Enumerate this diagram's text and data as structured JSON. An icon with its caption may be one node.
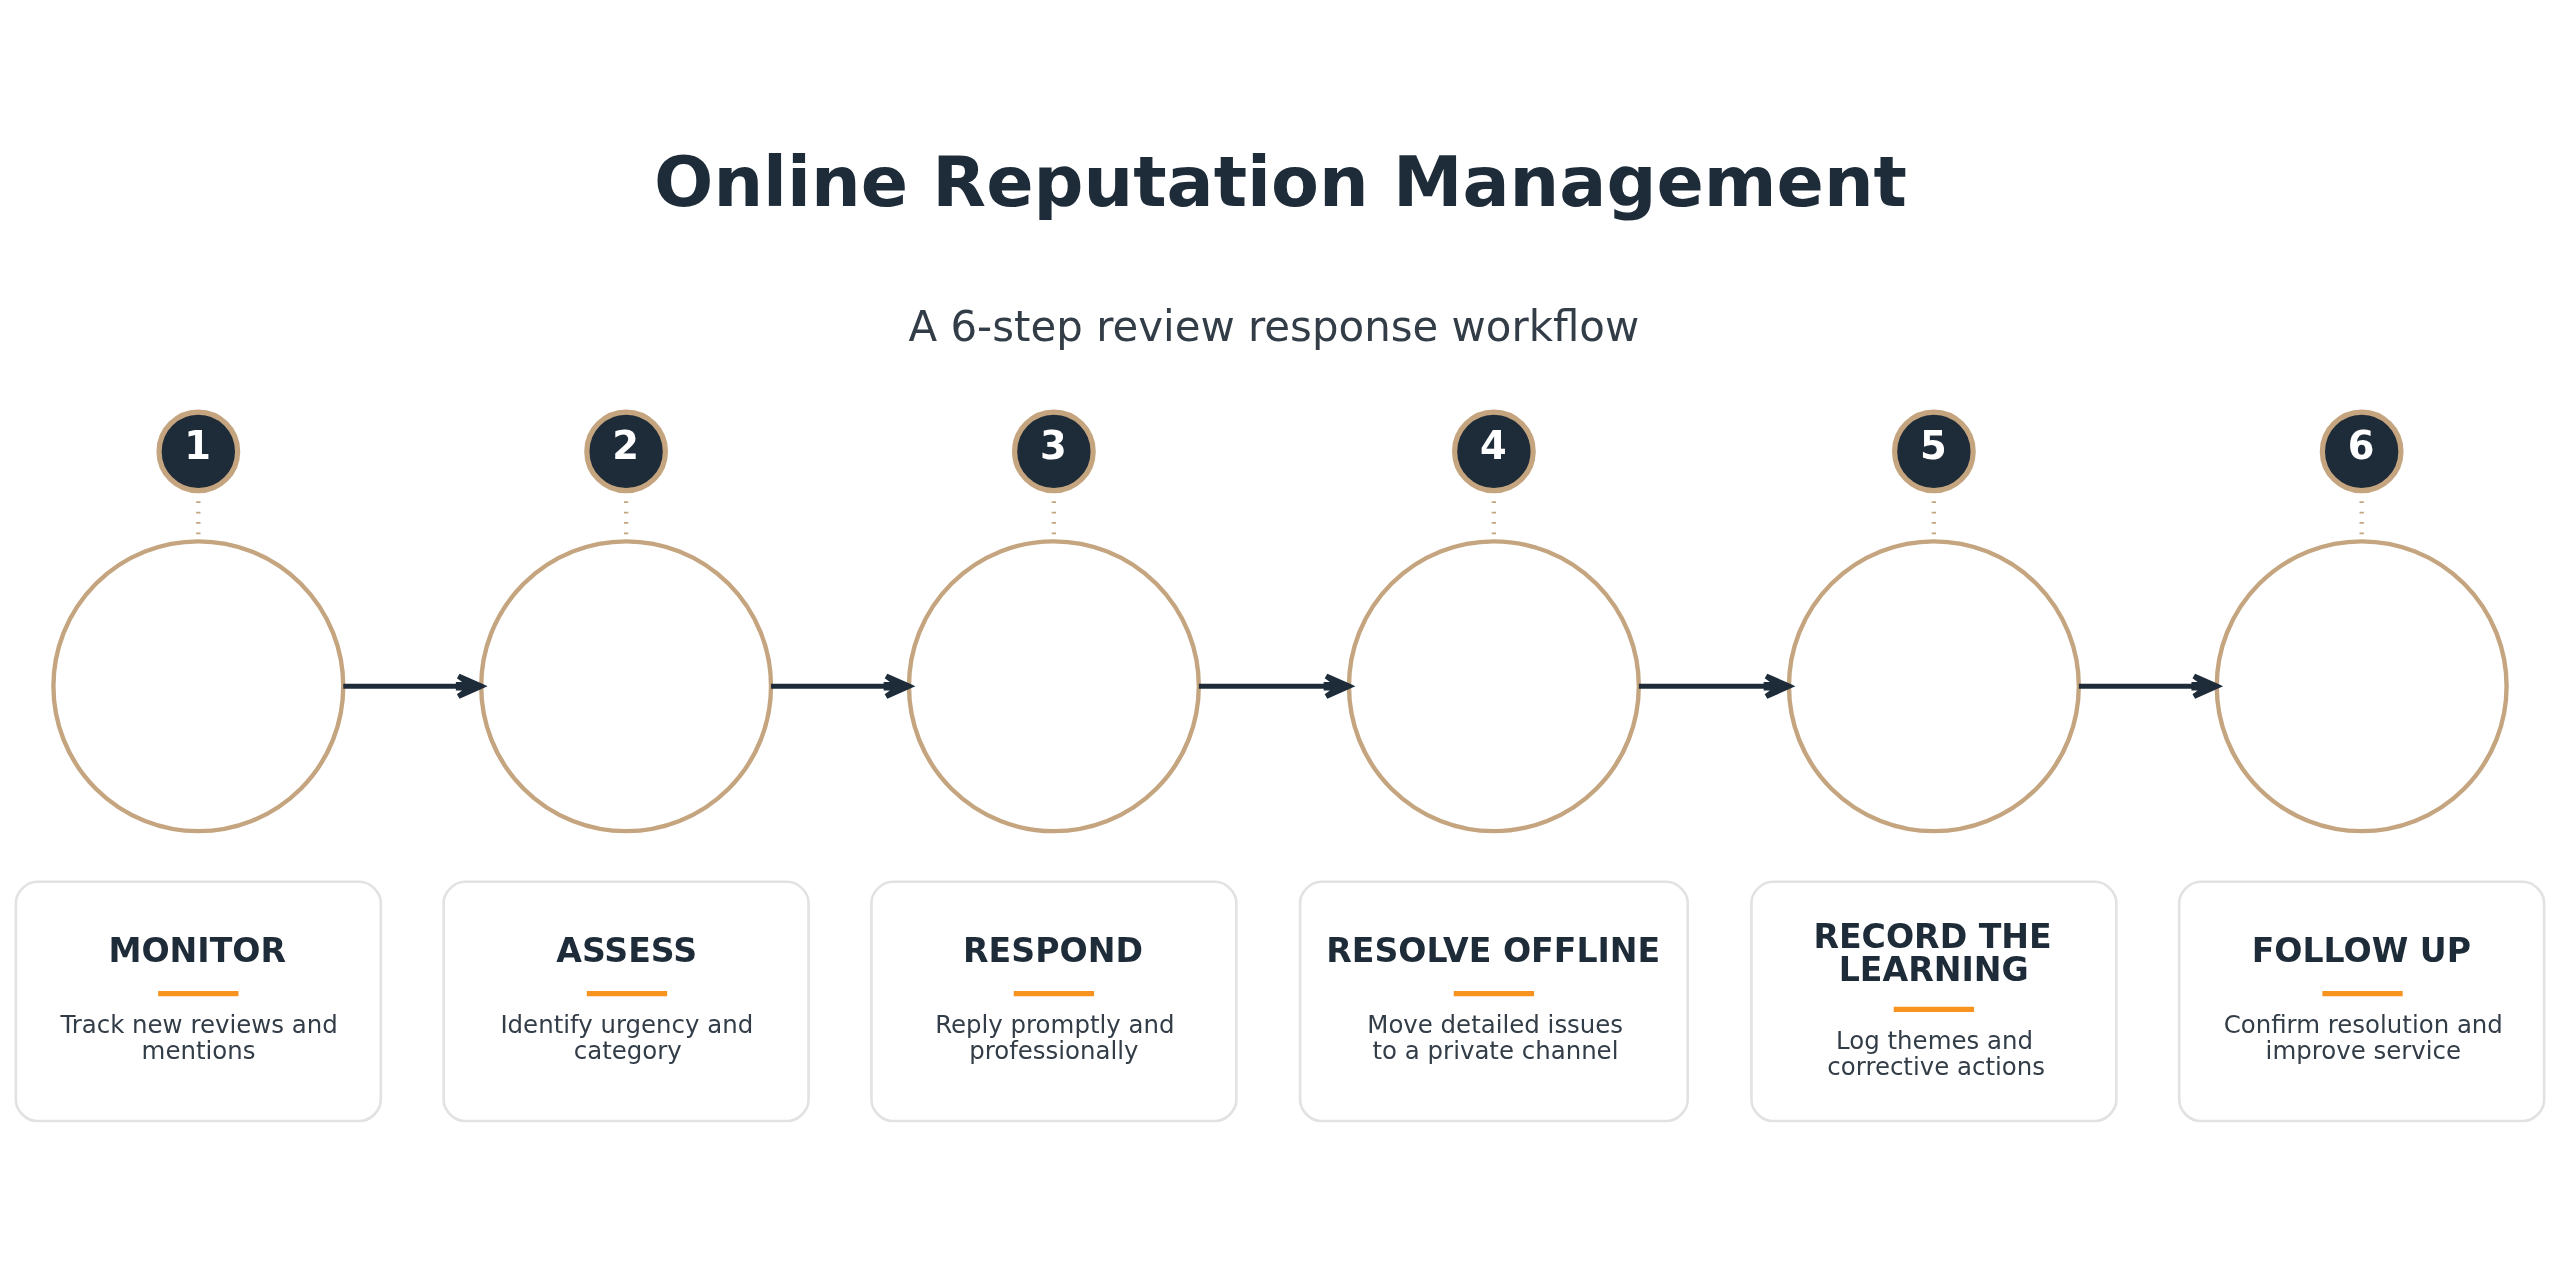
{
  "diagram": {
    "title": "Online Reputation Management",
    "nodes": [
      {
        "text": [
          "1"
        ]
      },
      {
        "text": [],
        "shape": "circle"
      },
      {
        "text": [
          "MONITOR",
          "Track new reviews and mentions"
        ]
      },
      {
        "text": [
          "2"
        ]
      },
      {
        "text": [],
        "shape": "circle"
      },
      {
        "text": [
          "ASSESS",
          "Identify urgency and category"
        ]
      },
      {
        "text": [
          "3"
        ]
      },
      {
        "text": [],
        "shape": "circle"
      },
      {
        "text": [
          "RESPOND",
          "Reply promptly and professionally"
        ]
      },
      {
        "text": [
          "4"
        ]
      },
      {
        "text": [],
        "shape": "circle"
      },
      {
        "text": [
          "RESOLVE OFFLINE",
          "Move detailed issues to a private channel"
        ]
      },
      {
        "text": [
          "5"
        ]
      },
      {
        "text": [],
        "shape": "circle"
      },
      {
        "text": [
          "RECORD THE LEARNING",
          "Log themes and corrective actions"
        ]
      },
      {
        "text": [
          "6"
        ]
      },
      {
        "text": [],
        "shape": "circle"
      },
      {
        "text": [
          "FOLLOW UP",
          "Confirm resolution and improve service"
        ]
      }
    ],
    "edges": [
      {
        "from": 0,
        "to": 1,
        "arrow": "none",
        "style": "dashed"
      },
      {
        "from": 3,
        "to": 4,
        "arrow": "none",
        "style": "dashed"
      },
      {
        "from": 6,
        "to": 7,
        "arrow": "none",
        "style": "dashed"
      },
      {
        "from": 9,
        "to": 10,
        "arrow": "none",
        "style": "dashed"
      },
      {
        "from": 12,
        "to": 13,
        "arrow": "none",
        "style": "dashed"
      },
      {
        "from": 15,
        "to": 16,
        "arrow": "none",
        "style": "dashed"
      },
      {
        "from": 1,
        "to": 4,
        "arrow": "to",
        "color": "#1e2b38"
      },
      {
        "from": 4,
        "to": 7,
        "arrow": "to",
        "color": "#1e2b38"
      },
      {
        "from": 7,
        "to": 10,
        "arrow": "to",
        "color": "#1e2b38"
      },
      {
        "from": 10,
        "to": 13,
        "arrow": "to",
        "color": "#1e2b38"
      },
      {
        "from": 13,
        "to": 16,
        "arrow": "to",
        "color": "#1e2b38"
      }
    ],
    "labels": [
      "A 6-step review response workflow"
    ]
  }
}
